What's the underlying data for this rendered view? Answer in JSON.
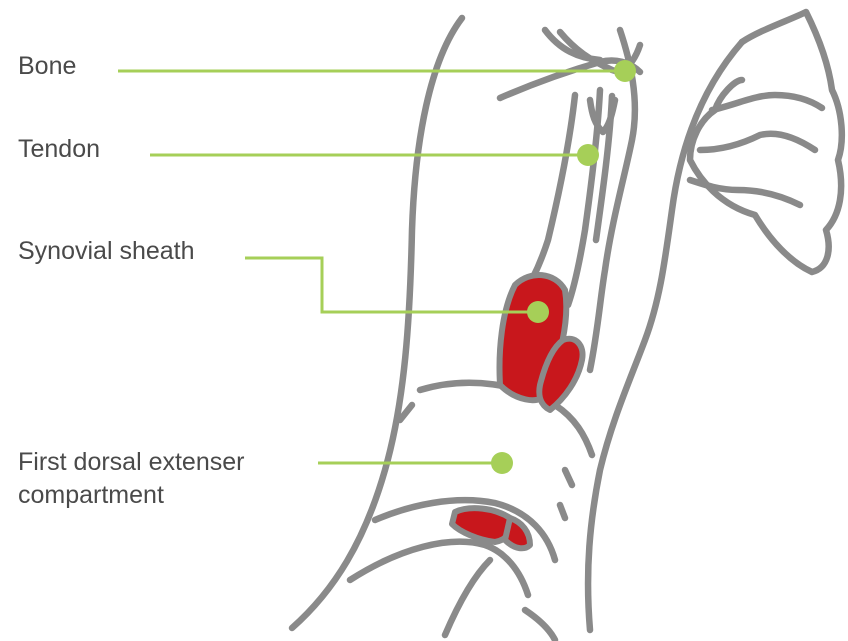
{
  "colors": {
    "outline": "#8a8a8a",
    "sheath_fill": "#c8171c",
    "leader": "#a6cf58",
    "label_text": "#4a4a4a"
  },
  "labels": {
    "bone": "Bone",
    "tendon": "Tendon",
    "synovial_sheath": "Synovial sheath",
    "compartment_line1": "First dorsal extenser",
    "compartment_line2": "compartment"
  }
}
